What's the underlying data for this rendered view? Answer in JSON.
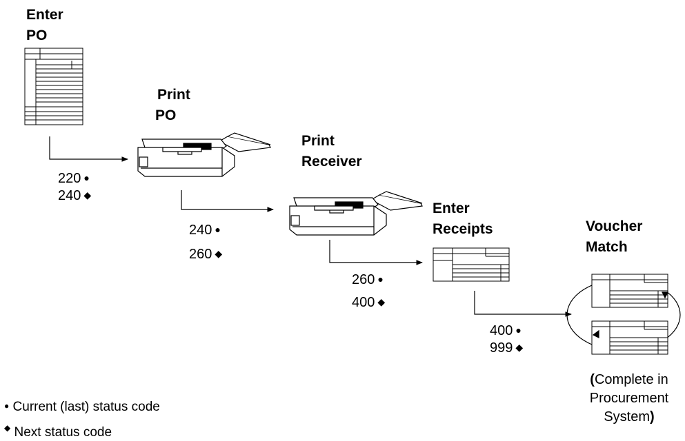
{
  "steps": [
    {
      "title_line1": "Enter",
      "title_line2": "PO",
      "code_current": "220",
      "code_next": "240"
    },
    {
      "title_line1": "Print",
      "title_line2": "PO",
      "code_current": "240",
      "code_next": "260"
    },
    {
      "title_line1": "Print",
      "title_line2": "Receiver",
      "code_current": "260",
      "code_next": "400"
    },
    {
      "title_line1": "Enter",
      "title_line2": "Receipts",
      "code_current": "400",
      "code_next": "999"
    },
    {
      "title_line1": "Voucher",
      "title_line2": "Match"
    }
  ],
  "note": {
    "line1": "Complete in",
    "line2": "Procurement",
    "line3": "System",
    "open": "(",
    "close": ")"
  },
  "legend": {
    "current_symbol": "●",
    "current_label": "Current (last) status code",
    "next_symbol": "◆",
    "next_label": "Next status code"
  }
}
